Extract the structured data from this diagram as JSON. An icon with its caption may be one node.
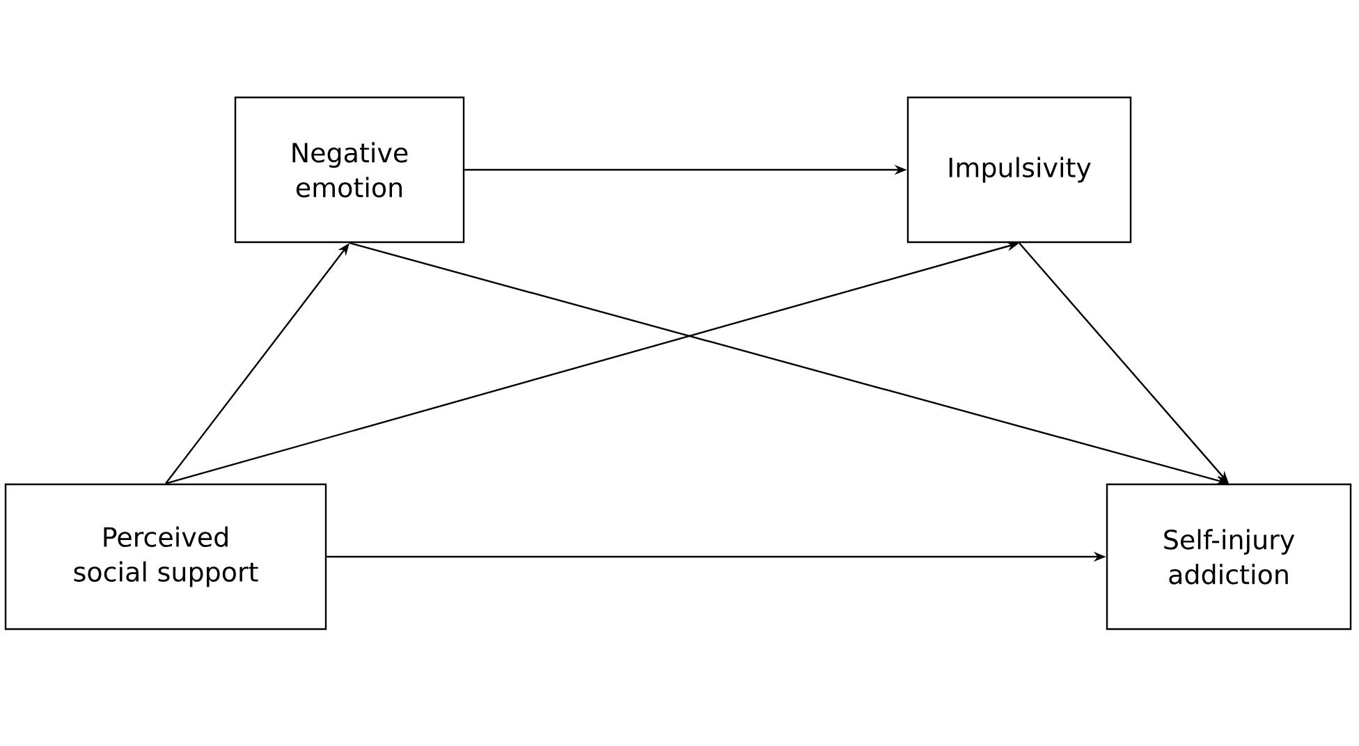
{
  "diagram": {
    "nodes": [
      {
        "text": [
          "Negative emotion"
        ]
      },
      {
        "text": [
          "Impulsivity"
        ]
      },
      {
        "text": [
          "Perceived social support"
        ]
      },
      {
        "text": [
          "Self-injury addiction"
        ]
      }
    ],
    "edges": [
      {
        "from": 0,
        "to": 1,
        "arrow": "to"
      },
      {
        "from": 2,
        "to": 0,
        "arrow": "to"
      },
      {
        "from": 2,
        "to": 1,
        "arrow": "to"
      },
      {
        "from": 0,
        "to": 3,
        "arrow": "to"
      },
      {
        "from": 1,
        "to": 3,
        "arrow": "to"
      },
      {
        "from": 2,
        "to": 3,
        "arrow": "to"
      }
    ]
  }
}
